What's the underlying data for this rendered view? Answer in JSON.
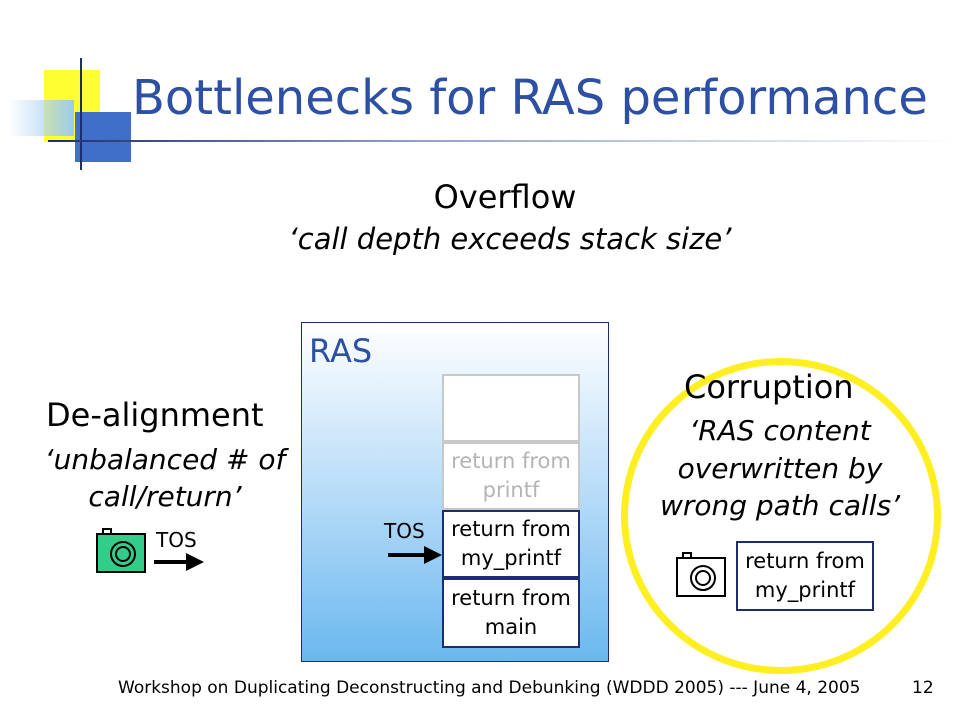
{
  "slide": {
    "title": "Bottlenecks for RAS performance",
    "page_number": "12",
    "footer": "Workshop on Duplicating Deconstructing and Debunking (WDDD 2005) --- June 4, 2005"
  },
  "overflow": {
    "heading": "Overflow",
    "description": "‘call depth exceeds stack size’"
  },
  "ras": {
    "label": "RAS",
    "tos_label": "TOS",
    "slots": [
      {
        "line1": "",
        "line2": ""
      },
      {
        "line1": "return from",
        "line2": "printf"
      },
      {
        "line1": "return from",
        "line2": "my_printf"
      },
      {
        "line1": "return from",
        "line2": "main"
      }
    ]
  },
  "dealignment": {
    "heading": "De-alignment",
    "description_line1": "‘unbalanced # of",
    "description_line2": "call/return’",
    "tos_label": "TOS"
  },
  "corruption": {
    "heading": "Corruption",
    "description_line1": "‘RAS content",
    "description_line2": "overwritten by",
    "description_line3": "wrong path calls’",
    "slot_line1": "return from",
    "slot_line2": "my_printf"
  },
  "colors": {
    "title": "#2d4fa4",
    "accent_yellow": "#ffee22",
    "camera_green": "#33cc88",
    "ras_gradient_bottom": "#6ab8ee"
  },
  "icons": {
    "dealignment_camera": "camera-icon",
    "corruption_camera": "camera-icon",
    "tos_arrow": "arrow-right-icon"
  }
}
